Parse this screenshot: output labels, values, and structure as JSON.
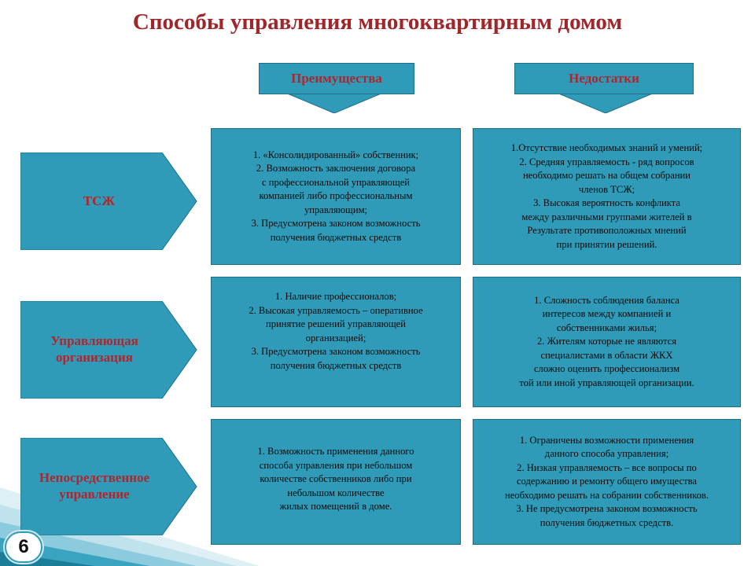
{
  "title": "Способы управления многоквартирным домом",
  "columns": {
    "advantages": "Преимущества",
    "disadvantages": "Недостатки"
  },
  "rows": [
    {
      "label": [
        "ТСЖ"
      ],
      "advantages": [
        "1. «Консолидированный» собственник;",
        "2. Возможность заключения договора",
        "с профессиональной управляющей",
        "компанией либо профессиональным",
        "управляющим;",
        "3. Предусмотрена законом возможность",
        "получения бюджетных средств"
      ],
      "disadvantages": [
        "1.Отсутствие необходимых знаний и умений;",
        "2. Средняя управляемость - ряд вопросов",
        "необходимо решать на общем собрании",
        "членов ТСЖ;",
        "3. Высокая вероятность конфликта",
        "между различными группами жителей в",
        "Результате противоположных мнений",
        "при принятии решений."
      ]
    },
    {
      "label": [
        "Управляющая",
        "организация"
      ],
      "advantages": [
        "1.     Наличие профессионалов;",
        "2.     Высокая управляемость – оперативное",
        "принятие решений управляющей",
        "организацией;",
        "3. Предусмотрена законом возможность",
        "получения бюджетных средств"
      ],
      "disadvantages": [
        "1.     Сложность соблюдения баланса",
        "интересов между компанией и",
        "собственниками жилья;",
        "2. Жителям которые не являются",
        "специалистами в области ЖКХ",
        "сложно оценить профессионализм",
        "той или иной управляющей организации."
      ]
    },
    {
      "label": [
        "Непосредственное",
        "управление"
      ],
      "advantages": [
        "1.     Возможность применения данного",
        "способа управления при небольшом",
        "количестве собственников либо при",
        "небольшом количестве",
        "жилых помещений в доме."
      ],
      "disadvantages": [
        "1.     Ограничены возможности применения",
        "данного способа управления;",
        "2. Низкая управляемость – все вопросы по",
        "содержанию и ремонту общего имущества",
        "необходимо решать на собрании собственников.",
        "3. Не предусмотрена законом возможность",
        "получения бюджетных средств."
      ]
    }
  ],
  "page_number": "6",
  "colors": {
    "box_fill": "#2f9bb8",
    "label_red": "#b0262c",
    "title_red": "#a0262a"
  }
}
